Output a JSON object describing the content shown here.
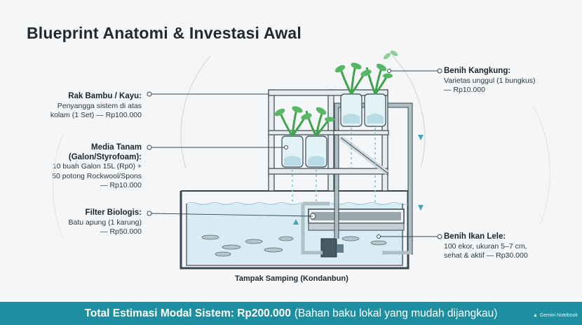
{
  "title": "Blueprint Anatomi & Investasi Awal",
  "labels": {
    "rak": {
      "heading": "Rak Bambu / Kayu:",
      "lines": [
        "Penyangga sistem di atas",
        "kolam (1 Set) — Rp100.000"
      ]
    },
    "media": {
      "heading_lines": [
        "Media Tanam",
        "(Galon/Styrofoam):"
      ],
      "lines": [
        "10 buah Galon 15L (Rp0) +",
        "50 potong Rockwool/Spons",
        "— Rp10.000"
      ]
    },
    "filter": {
      "heading": "Filter Biologis:",
      "lines": [
        "Batu apung (1 karung)",
        "— Rp50.000"
      ]
    },
    "benih_kangkung": {
      "heading": "Benih Kangkung:",
      "lines": [
        "Varietas unggul (1 bungkus)",
        "— Rp10.000"
      ]
    },
    "benih_ikan": {
      "heading": "Benih Ikan Lele:",
      "lines": [
        "100 ekor, ukuran 5–7 cm,",
        "sehat & aktif — Rp30.000"
      ]
    }
  },
  "caption": "Tampak Samping (Kondanbun)",
  "footer": {
    "strong": "Total Estimasi Modal Sistem: Rp200.000",
    "note": "(Bahan baku lokal yang mudah dijangkau)"
  },
  "watermark": "Gemini Notebook",
  "colors": {
    "line": "#37474f",
    "water": "#cfe9f2",
    "plant": "#3fa34d",
    "footer": "#1e8fa0"
  }
}
